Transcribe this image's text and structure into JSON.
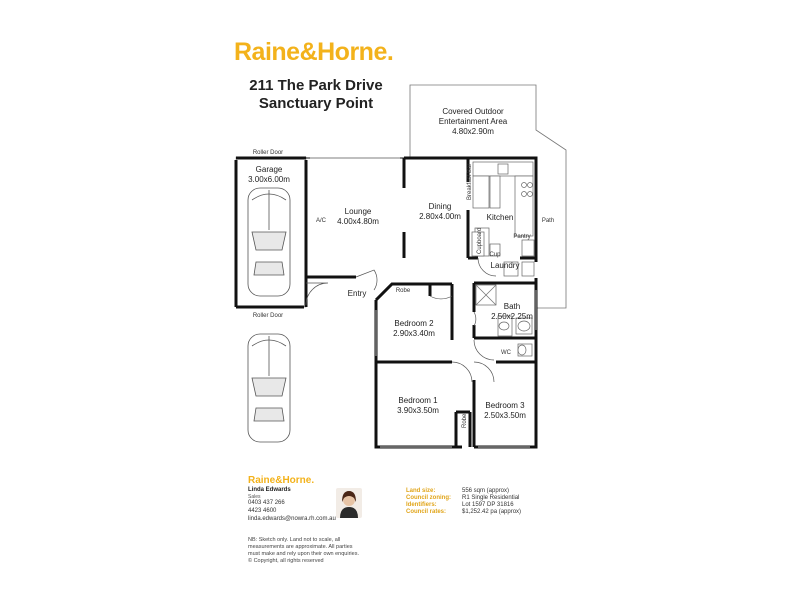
{
  "brand": {
    "logo_text": "Raine&Horne.",
    "color": "#f3b21b"
  },
  "address": {
    "line1": "211 The Park Drive",
    "line2": "Sanctuary Point"
  },
  "rooms": {
    "outdoor": {
      "name": "Covered Outdoor",
      "name2": "Entertainment Area",
      "size": "4.80x2.90m"
    },
    "garage": {
      "name": "Garage",
      "size": "3.00x6.00m"
    },
    "lounge": {
      "name": "Lounge",
      "size": "4.00x4.80m"
    },
    "dining": {
      "name": "Dining",
      "size": "2.80x4.00m"
    },
    "kitchen": {
      "name": "Kitchen"
    },
    "pantry": {
      "name": "Pantry"
    },
    "laundry": {
      "name": "Laundry"
    },
    "bath": {
      "name": "Bath",
      "size": "2.50x2.25m"
    },
    "wc": {
      "name": "WC"
    },
    "entry": {
      "name": "Entry"
    },
    "robe1": {
      "name": "Robe"
    },
    "robe2": {
      "name": "Robe"
    },
    "bed1": {
      "name": "Bedroom 1",
      "size": "3.90x3.50m"
    },
    "bed2": {
      "name": "Bedroom 2",
      "size": "2.90x3.40m"
    },
    "bed3": {
      "name": "Bedroom 3",
      "size": "2.50x3.50m"
    },
    "ac": {
      "name": "A/C"
    },
    "breakfast_bar": {
      "name": "Breakfast Bar"
    },
    "cupboard": {
      "name": "Cupboard"
    },
    "cup": {
      "name": "Cup"
    },
    "path": {
      "name": "Path"
    },
    "roller_door_top": {
      "name": "Roller Door"
    },
    "roller_door_bottom": {
      "name": "Roller Door"
    }
  },
  "agent": {
    "logo_text": "Raine&Horne.",
    "name": "Linda Edwards",
    "role": "Sales",
    "phone1": "0403 437 266",
    "phone2": "4423 4600",
    "email": "linda.edwards@nowra.rh.com.au"
  },
  "info": {
    "land_size_label": "Land size:",
    "land_size_value": "556 sqm (approx)",
    "zoning_label": "Council zoning:",
    "zoning_value": "R1 Single Residential",
    "identifiers_label": "Identifiers:",
    "identifiers_value": "Lot 1597   DP 31816",
    "rates_label": "Council rates:",
    "rates_value": "$1,252.42 pa (approx)"
  },
  "notes": {
    "line1": "NB: Sketch only. Land not to scale, all",
    "line2": "measurements are approximate. All parties",
    "line3": "must make and rely upon their own enquiries.",
    "line4": "© Copyright, all rights reserved"
  }
}
